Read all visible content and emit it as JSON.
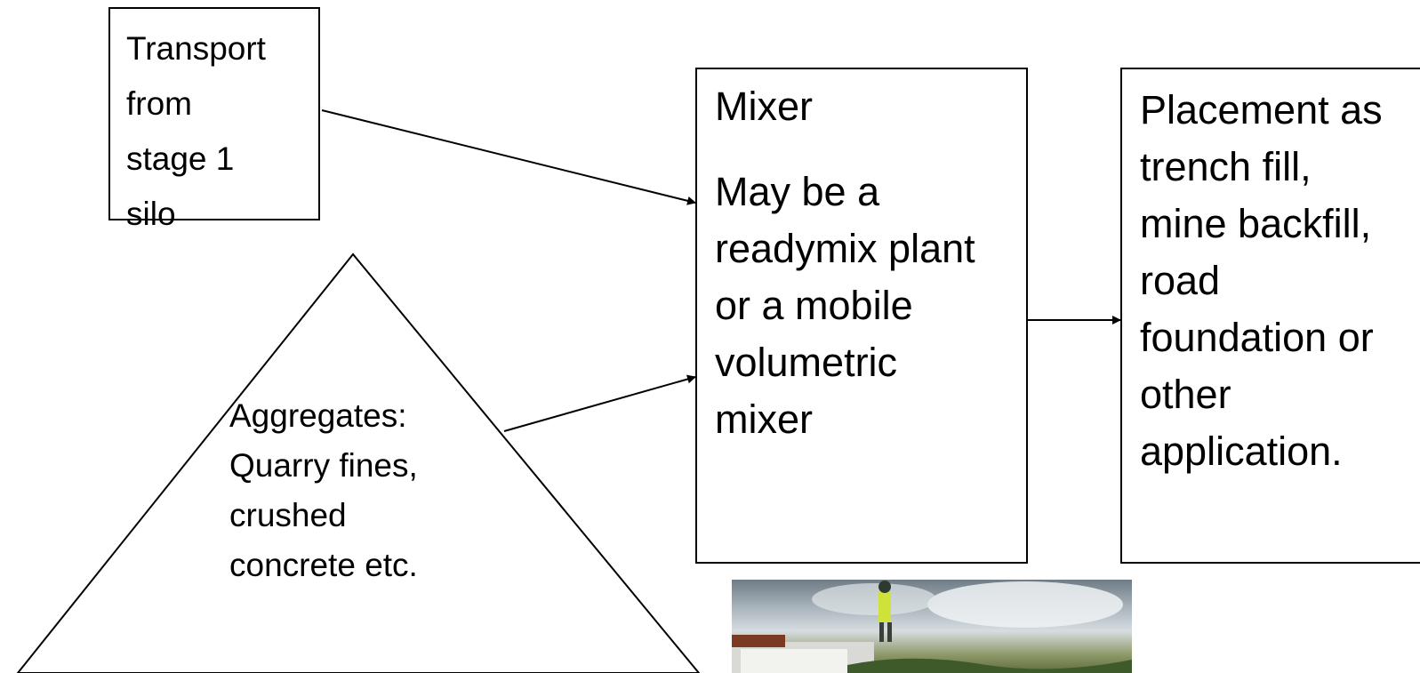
{
  "transport": {
    "text": "Transport\nfrom\nstage 1\nsilo"
  },
  "aggregates": {
    "text": "Aggregates:\nQuarry fines,\ncrushed\nconcrete etc."
  },
  "mixer": {
    "title": "Mixer",
    "body": "May be a\nreadymix plant\nor a mobile\nvolumetric\nmixer"
  },
  "placement": {
    "text": "Placement as\ntrench fill,\nmine backfill,\nroad\nfoundation or\nother\napplication."
  },
  "colors": {
    "line": "#000000",
    "box_fill": "#ffffff"
  }
}
